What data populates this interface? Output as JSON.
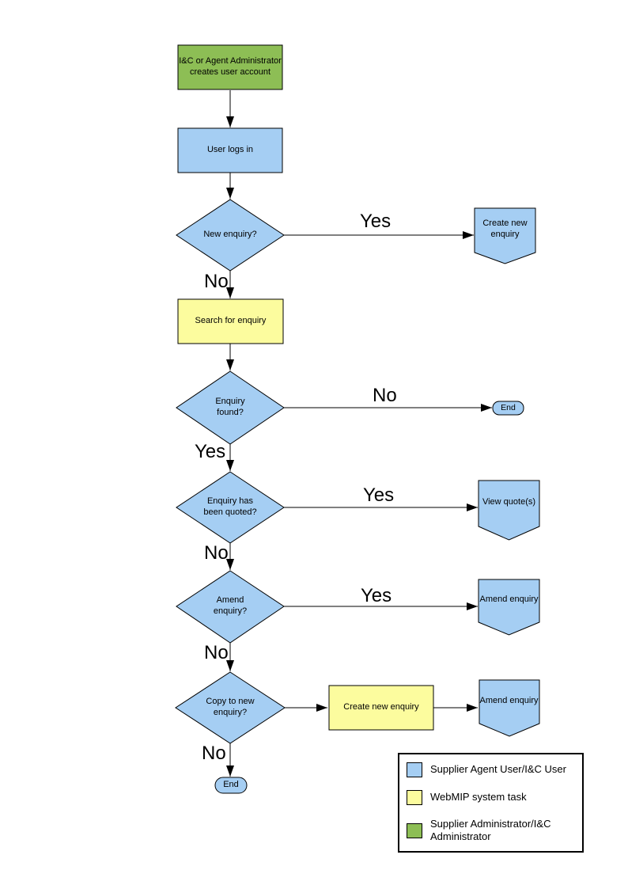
{
  "colors": {
    "user_task_fill": "#A5CEF3",
    "system_task_fill": "#FCFC9E",
    "admin_task_fill": "#8DBE55"
  },
  "flowchart": {
    "nodes": {
      "create_account": "I&C or Agent Administrator creates user account",
      "user_logs_in": "User logs in",
      "new_enquiry_q": "New enquiry?",
      "create_new_enquiry_ref": "Create new enquiry",
      "search_for_enquiry": "Search for enquiry",
      "enquiry_found_q": "Enquiry found?",
      "end_1": "End",
      "enquiry_quoted_q": "Enquiry has been quoted?",
      "view_quotes_ref": "View quote(s)",
      "amend_enquiry_q": "Amend enquiry?",
      "amend_enquiry_ref_1": "Amend enquiry",
      "copy_to_new_q": "Copy to new enquiry?",
      "create_new_enquiry_task": "Create new enquiry",
      "amend_enquiry_ref_2": "Amend enquiry",
      "end_2": "End"
    },
    "edge_labels": {
      "new_enquiry_yes": "Yes",
      "new_enquiry_no": "No",
      "enquiry_found_no": "No",
      "enquiry_found_yes": "Yes",
      "enquiry_quoted_yes": "Yes",
      "enquiry_quoted_no": "No",
      "amend_enquiry_yes": "Yes",
      "amend_enquiry_no": "No",
      "copy_to_new_no": "No"
    }
  },
  "legend": {
    "items": [
      {
        "label": "Supplier Agent User/I&C User",
        "color": "#A5CEF3"
      },
      {
        "label": "WebMIP system task",
        "color": "#FCFC9E"
      },
      {
        "label": "Supplier Administrator/I&C Administrator",
        "color": "#8DBE55"
      }
    ]
  }
}
